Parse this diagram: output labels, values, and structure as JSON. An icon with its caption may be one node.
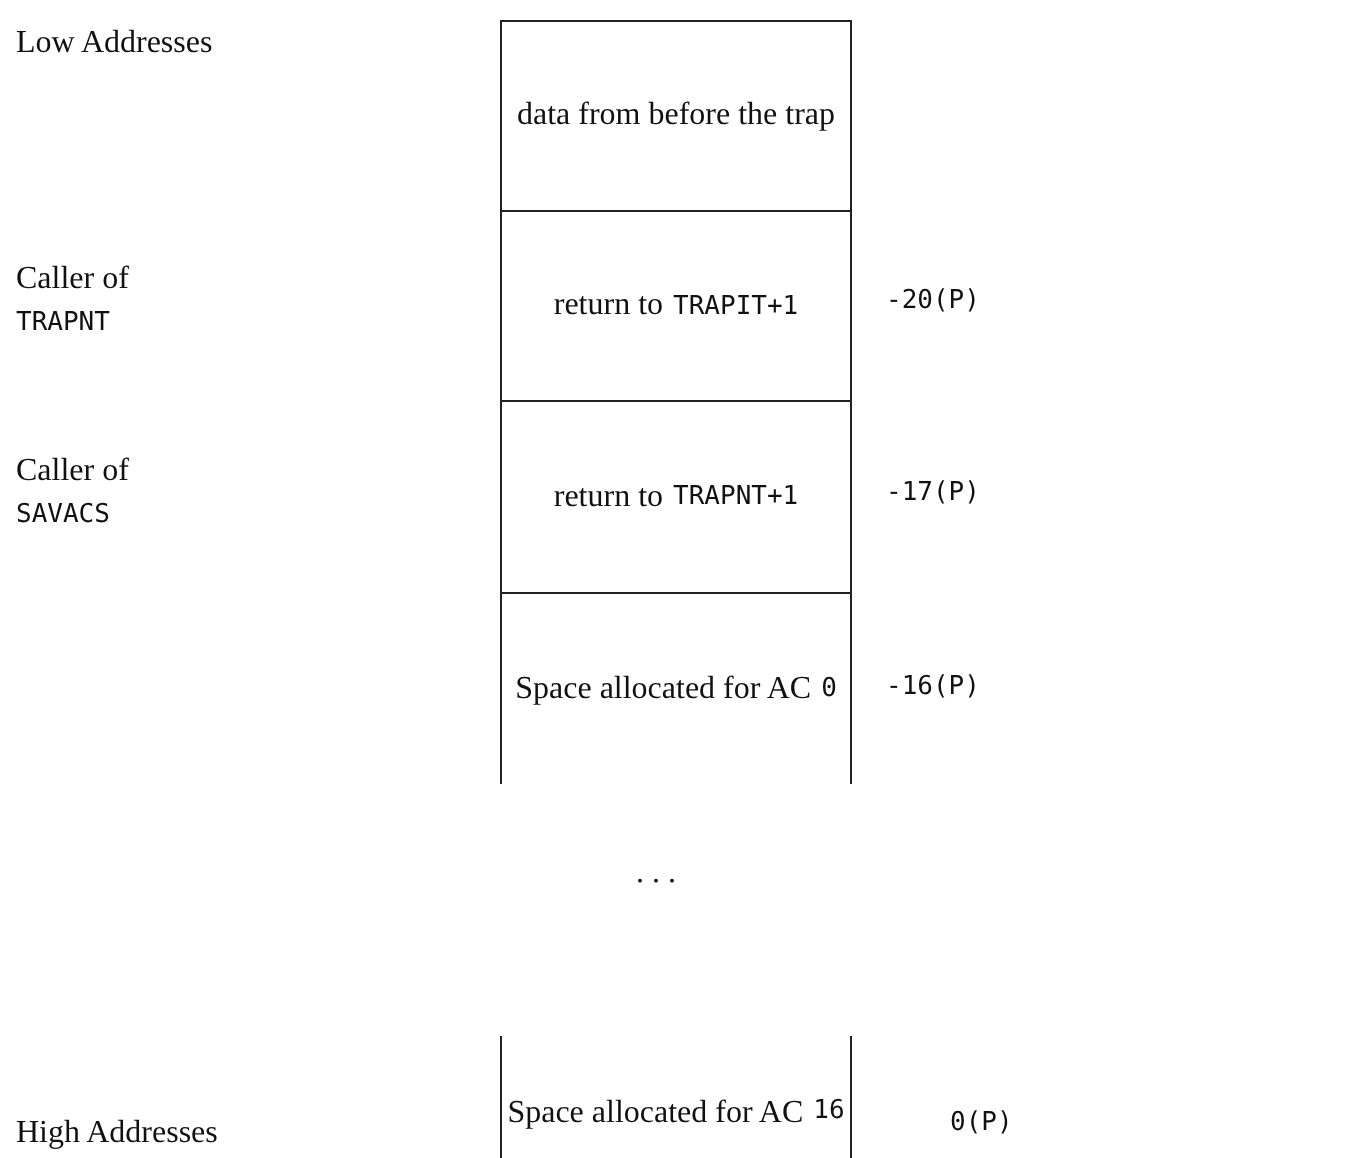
{
  "diagram": {
    "nodes": [
      {
        "text": [
          "data from before the trap"
        ]
      },
      {
        "text": [
          "return to",
          "TRAPIT+1"
        ]
      },
      {
        "text": [
          "return to",
          "TRAPNT+1"
        ]
      },
      {
        "text": [
          "Space allocated for AC",
          "0"
        ]
      },
      {
        "text": [
          "Space allocated for AC",
          "16"
        ]
      }
    ],
    "labels": [
      "Low Addresses",
      "Caller of",
      "TRAPNT",
      "-20(P)",
      "Caller of",
      "SAVACS",
      "-17(P)",
      "-16(P)",
      ". . .",
      "0(P)",
      "High Addresses"
    ]
  }
}
